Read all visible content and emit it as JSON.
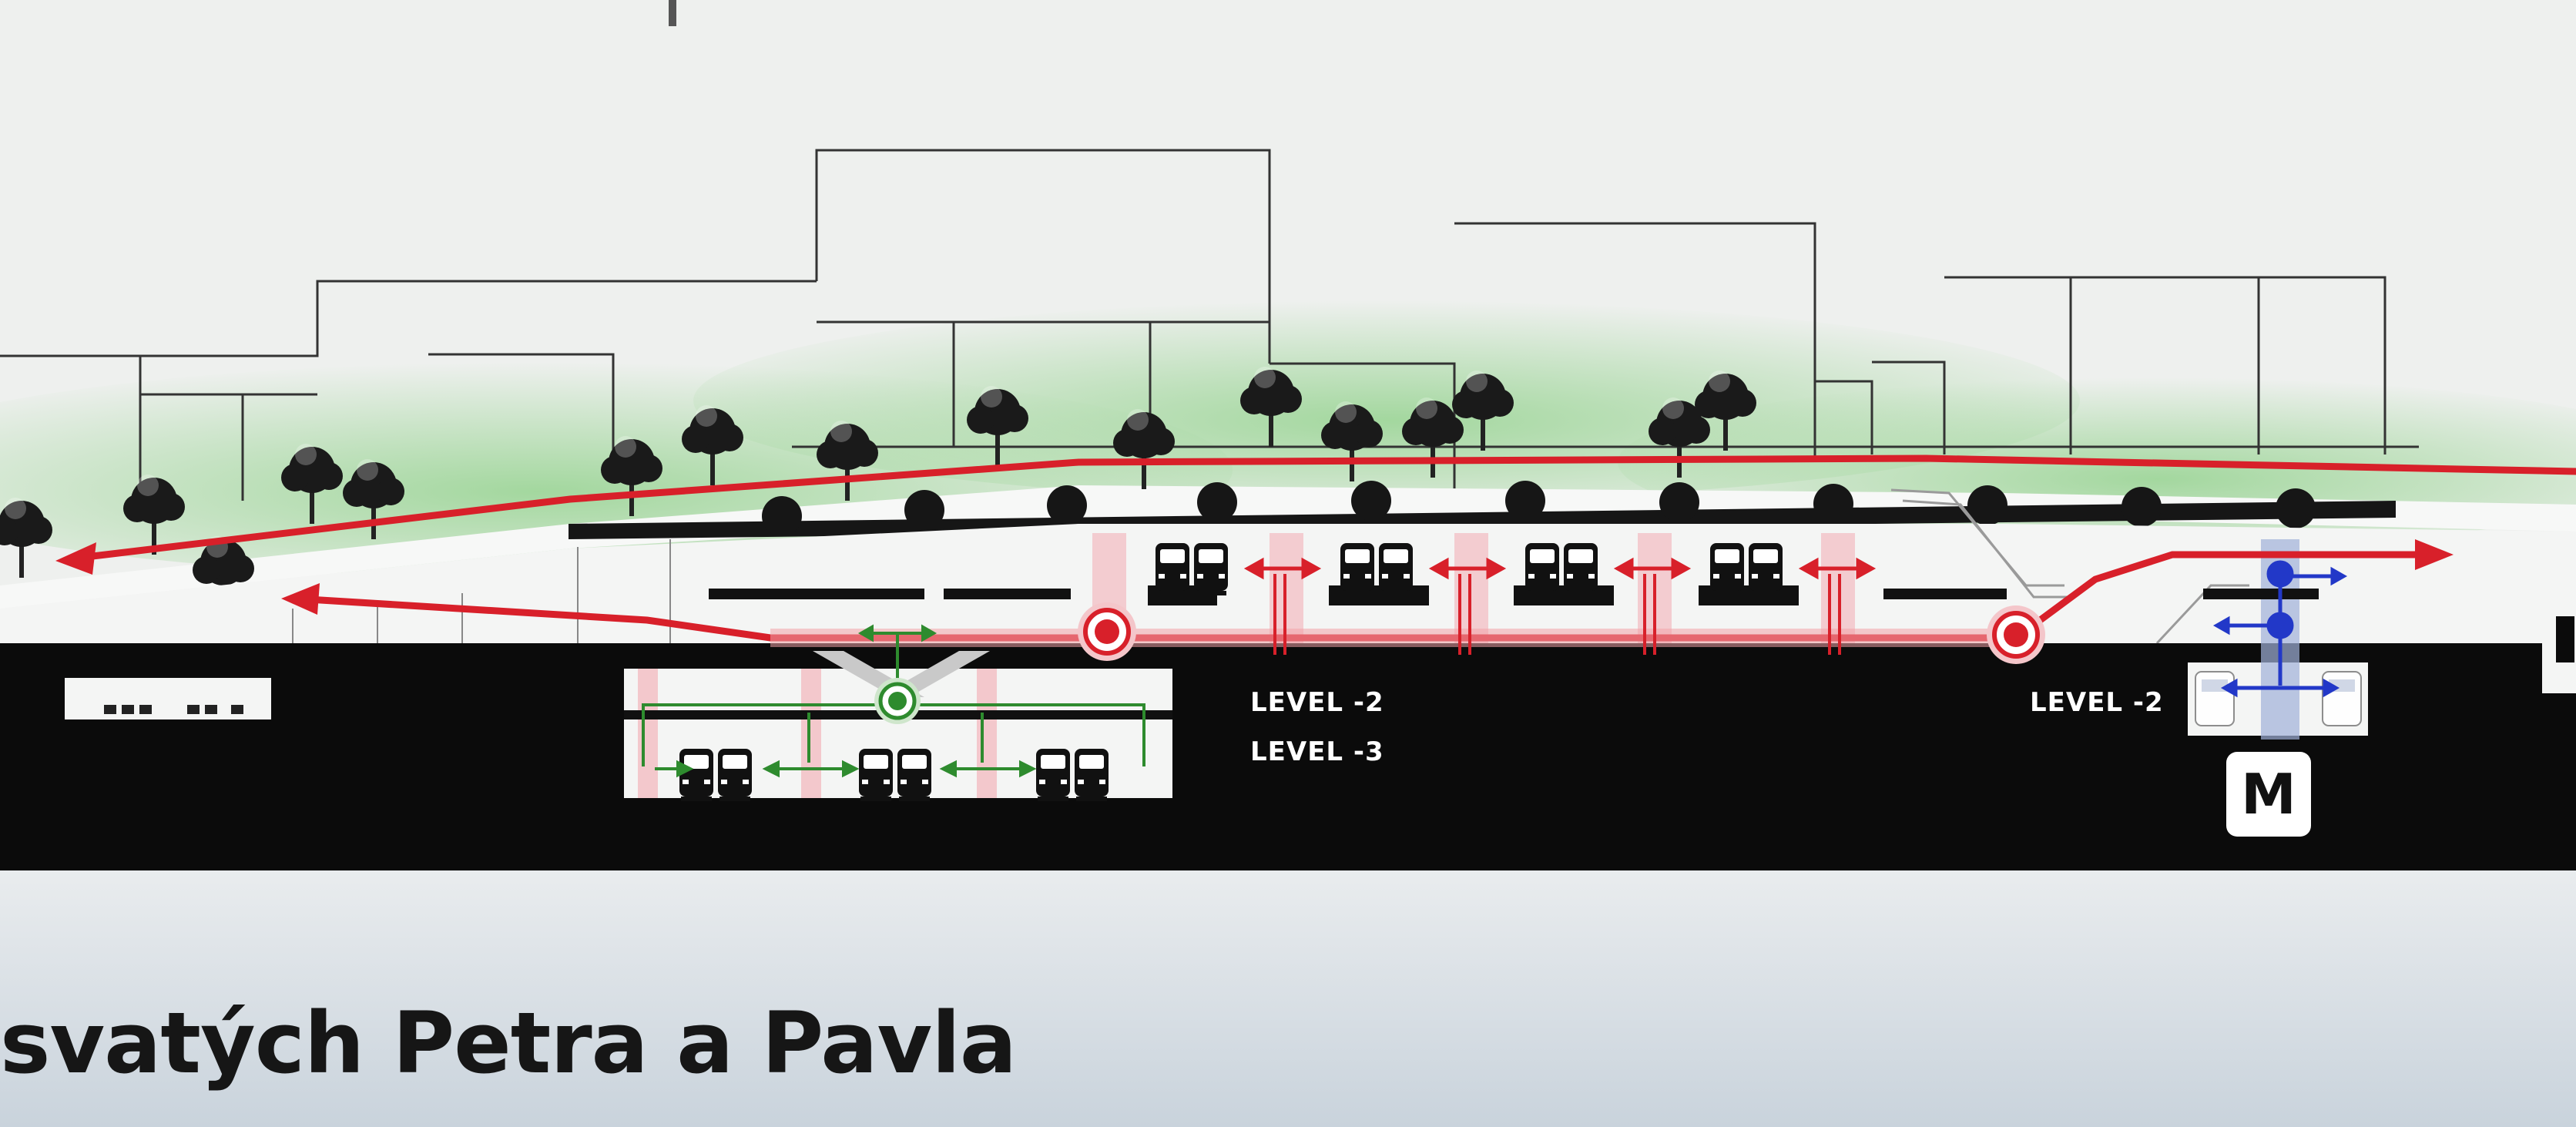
{
  "diagram": {
    "level_labels": {
      "left_level_2": "LEVEL -2",
      "left_level_3": "LEVEL -3",
      "right_level_2": "LEVEL -2"
    },
    "metro_symbol": "M",
    "title": "svatých Petra a Pavla",
    "colors": {
      "pedestrian_route": "#d8202a",
      "lower_level_route": "#2e8b2e",
      "metro_route": "#2238c8",
      "ground_green": "#a8d8a4",
      "underground": "#0b0b0b"
    },
    "icons": [
      "bus-icon",
      "tree-icon",
      "escalator-icon",
      "elevator-icon",
      "metro-icon"
    ]
  }
}
